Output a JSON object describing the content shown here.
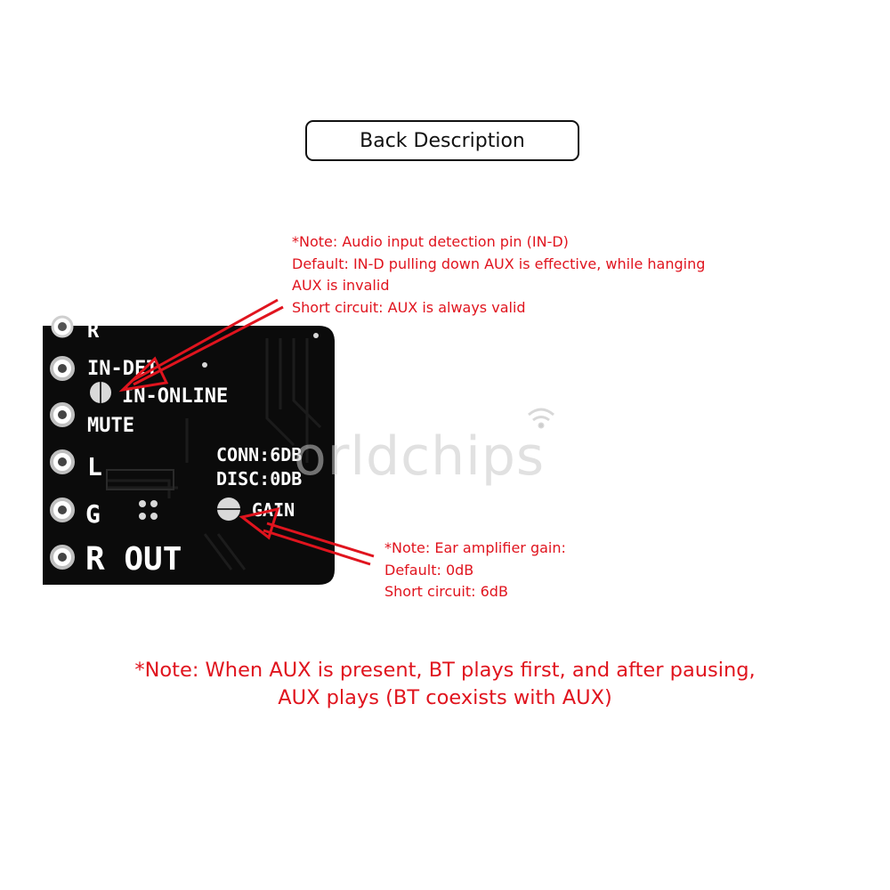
{
  "title": "Back Description",
  "notes": {
    "audio_detect": [
      "*Note: Audio input detection pin (IN-D)",
      "Default: IN-D pulling down AUX is effective, while hanging",
      "AUX is invalid",
      "Short circuit: AUX is always valid"
    ],
    "gain": [
      "*Note: Ear amplifier gain:",
      "Default: 0dB",
      "Short circuit: 6dB"
    ],
    "footer": [
      "*Note: When AUX is present, BT plays first, and after pausing,",
      "AUX plays (BT coexists with AUX)"
    ]
  },
  "board": {
    "labels": {
      "r_top": "R",
      "in_det": "IN-DET",
      "in_online": "IN-ONLINE",
      "mute": "MUTE",
      "l": "L",
      "g": "G",
      "r_out": "R OUT",
      "conn": "CONN:6DB",
      "disc": "DISC:0DB",
      "gain": "GAIN"
    }
  },
  "watermark": "orldchips",
  "colors": {
    "note_red": "#e0141e",
    "board_black": "#0b0b0b",
    "silkscreen": "#ffffff"
  }
}
